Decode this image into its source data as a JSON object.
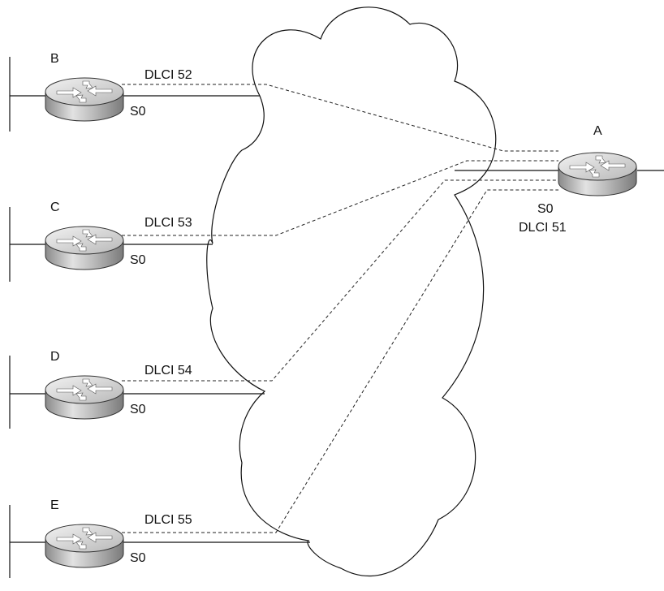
{
  "routers": [
    {
      "id": "A",
      "name": "A",
      "interface": "S0",
      "dlci": "DLCI 51"
    },
    {
      "id": "B",
      "name": "B",
      "interface": "S0",
      "dlci": "DLCI 52"
    },
    {
      "id": "C",
      "name": "C",
      "interface": "S0",
      "dlci": "DLCI 53"
    },
    {
      "id": "D",
      "name": "D",
      "interface": "S0",
      "dlci": "DLCI 54"
    },
    {
      "id": "E",
      "name": "E",
      "interface": "S0",
      "dlci": "DLCI 55"
    }
  ],
  "circuits": [
    {
      "from": "B",
      "to": "A"
    },
    {
      "from": "C",
      "to": "A"
    },
    {
      "from": "D",
      "to": "A"
    },
    {
      "from": "E",
      "to": "A"
    }
  ],
  "colors": {
    "line": "#111111",
    "router_body": "#c8c8c8",
    "router_top": "#e6e6e6"
  }
}
